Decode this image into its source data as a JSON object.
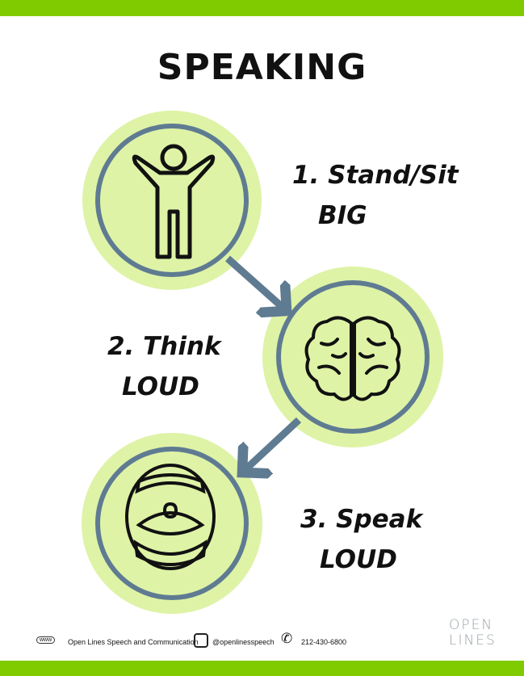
{
  "title": "SPEAKING",
  "steps": [
    {
      "line1": "1. Stand/Sit",
      "line2": "BIG"
    },
    {
      "line1": "2. Think",
      "line2": "LOUD"
    },
    {
      "line1": "3. Speak",
      "line2": "LOUD"
    }
  ],
  "footer": {
    "website": "Open Lines Speech and Communication",
    "instagram": "@openlinesspeech",
    "phone": "212-430-6800"
  },
  "logo": {
    "line1": "OPEN",
    "line2": "LINES"
  },
  "colors": {
    "green_bar": "#7fcb00",
    "circle_fill": "#def3a6",
    "ring": "#5f7b92"
  }
}
